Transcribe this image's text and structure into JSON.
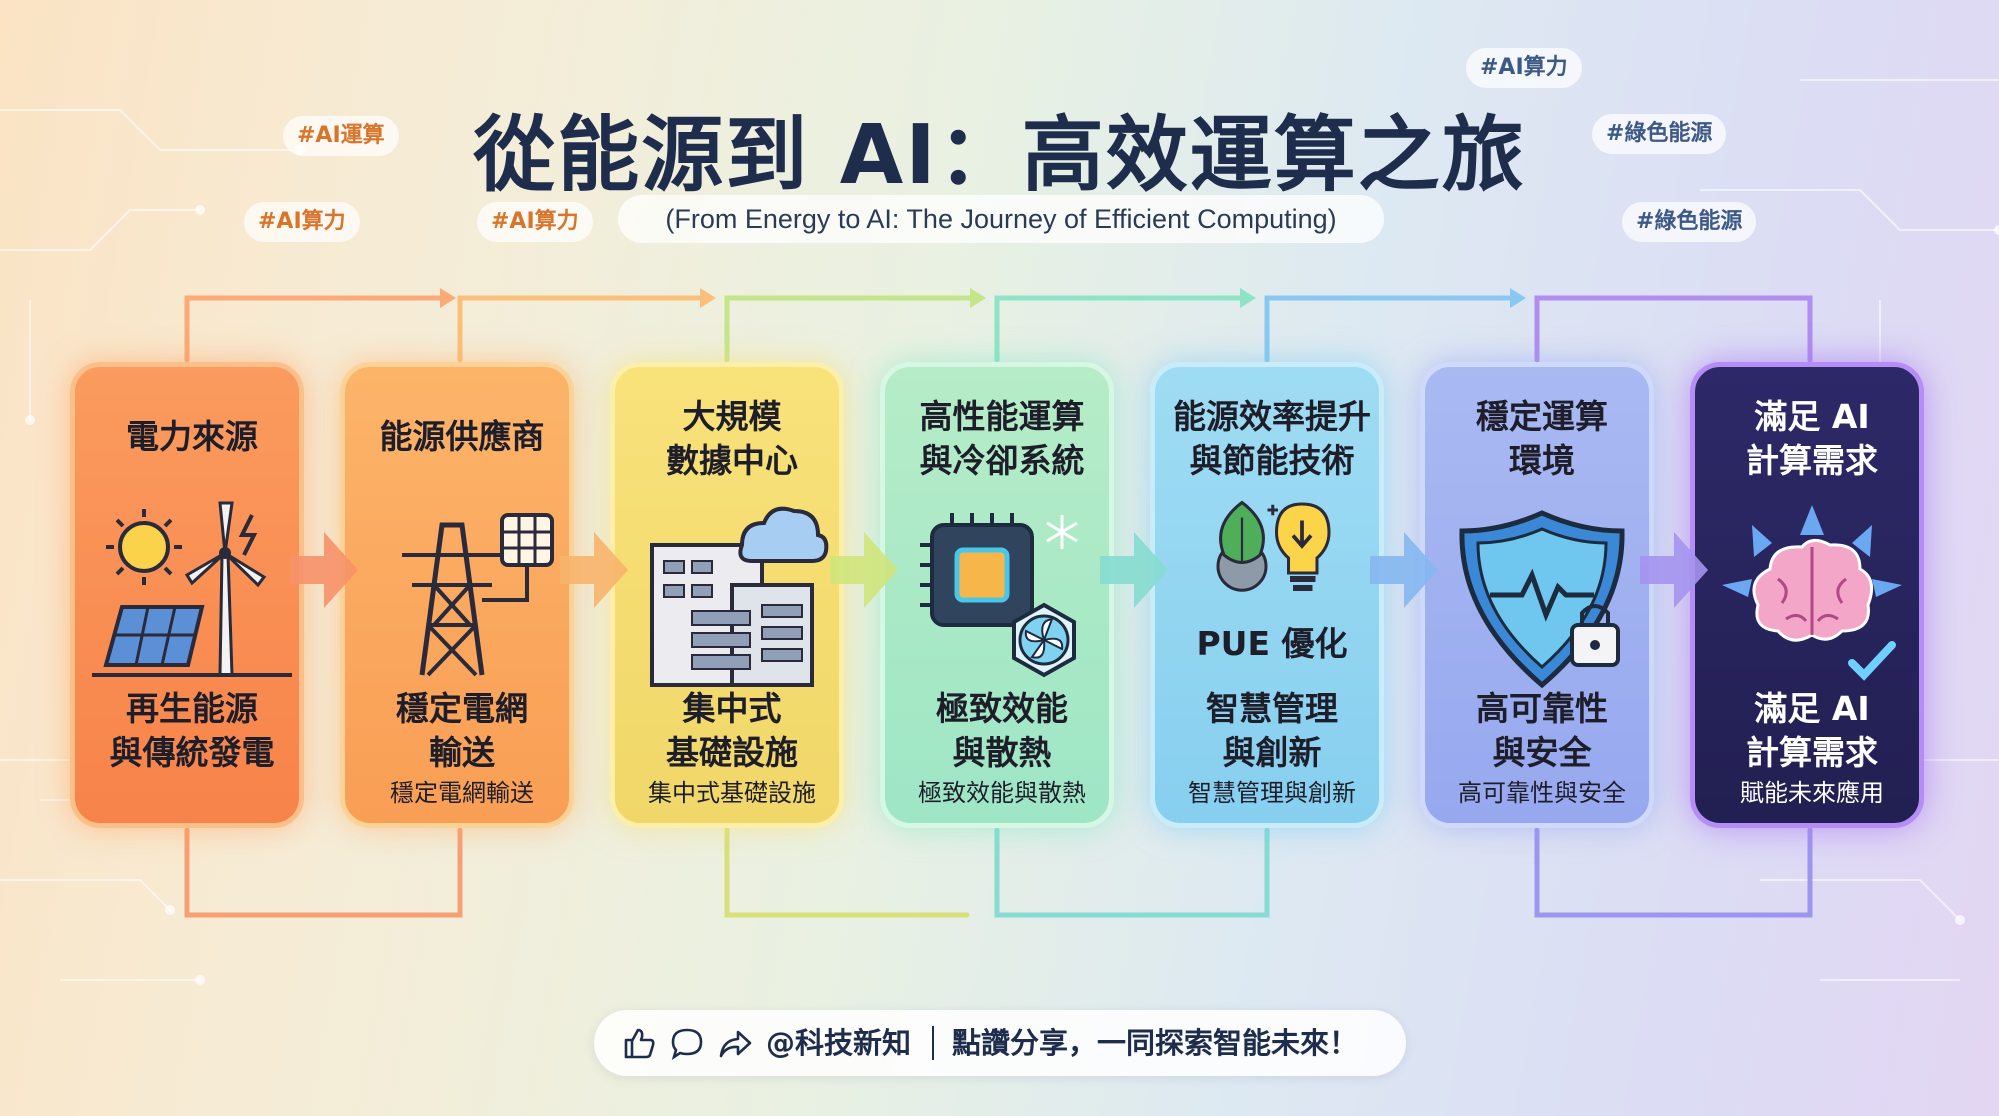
{
  "title": "從能源到 AI：高效運算之旅",
  "subtitle": "(From Energy to AI: The Journey of Efficient Computing)",
  "tags": [
    {
      "text": "#AI運算"
    },
    {
      "text": "#AI算力"
    },
    {
      "text": "#AI算力"
    },
    {
      "text": "#AI算力"
    },
    {
      "text": "#綠色能源"
    },
    {
      "text": "#綠色能源"
    }
  ],
  "stages": [
    {
      "head": "電力來源",
      "icon": "solar-wind-icon",
      "body": "再生能源\n與傳統發電",
      "foot": ""
    },
    {
      "head": "能源供應商",
      "icon": "power-tower-icon",
      "body": "穩定電網\n輸送",
      "foot": "穩定電網輸送"
    },
    {
      "head": "大規模\n數據中心",
      "icon": "datacenter-icon",
      "body": "集中式\n基礎設施",
      "foot": "集中式基礎設施"
    },
    {
      "head": "高性能運算\n與冷卻系統",
      "icon": "chip-fan-icon",
      "body": "極致效能\n與散熱",
      "foot": "極致效能與散熱"
    },
    {
      "head": "能源效率提升\n與節能技術",
      "icon": "leaf-bulb-icon",
      "icon_label": "PUE 優化",
      "body": "智慧管理\n與創新",
      "foot": "智慧管理與創新"
    },
    {
      "head": "穩定運算\n環境",
      "icon": "shield-lock-icon",
      "body": "高可靠性\n與安全",
      "foot": "高可靠性與安全"
    },
    {
      "head": "滿足 AI\n計算需求",
      "icon": "brain-icon",
      "body": "滿足 AI\n計算需求",
      "foot": "賦能未來應用"
    }
  ],
  "colors": {
    "stage1": "#f7834a",
    "stage2": "#f99e55",
    "stage3": "#f1d769",
    "stage4": "#9ee6c6",
    "stage5": "#87cfef",
    "stage6": "#97a8ef",
    "stage7": "#221f52",
    "title": "#1f2d4d"
  },
  "footer": {
    "icons": [
      "thumbs-up-icon",
      "comment-icon",
      "share-icon"
    ],
    "handle": "@科技新知",
    "message": "點讚分享，一同探索智能未來！"
  }
}
